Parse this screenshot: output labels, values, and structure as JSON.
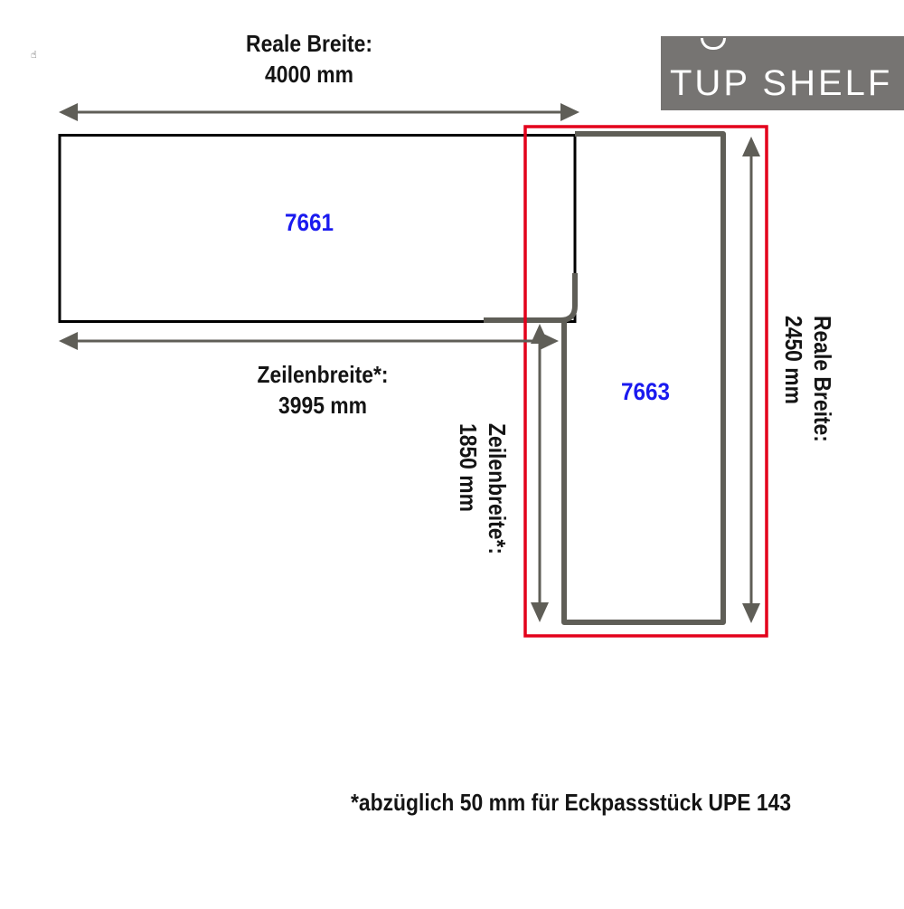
{
  "logo": {
    "text": "TUP SHELF",
    "background": "#767472",
    "foreground": "#ffffff"
  },
  "dimensions": {
    "top_real_width": {
      "title": "Reale Breite:",
      "value": "4000 mm"
    },
    "left_row_width": {
      "title": "Zeilenbreite*:",
      "value": "3995 mm"
    },
    "right_real_width": {
      "title": "Reale Breite:",
      "value": "2450 mm"
    },
    "right_row_width": {
      "title": "Zeilenbreite*:",
      "value": "1850 mm"
    }
  },
  "pieces": [
    {
      "id": "7661",
      "orientation": "horizontal"
    },
    {
      "id": "7663",
      "orientation": "vertical",
      "highlighted": true
    }
  ],
  "footnote": "*abzüglich 50 mm für Eckpassstück UPE 143",
  "colors": {
    "highlight_frame": "#e3001b",
    "arrow": "#5f5e57",
    "piece_outline": "#000000",
    "piece_outline_grey": "#5f5e57",
    "piece_id_text": "#1a1aef",
    "label_text": "#141414"
  }
}
